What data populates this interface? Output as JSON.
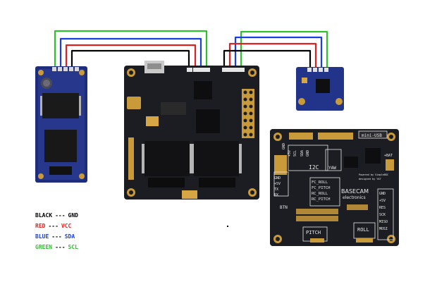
{
  "legend": [
    {
      "color_name": "BLACK",
      "sep": "---",
      "signal": "GND",
      "color": "#000000"
    },
    {
      "color_name": "RED",
      "sep": "---",
      "signal": "VCC",
      "color": "#e02020"
    },
    {
      "color_name": "BLUE",
      "sep": "---",
      "signal": "SDA",
      "color": "#1a3fe0"
    },
    {
      "color_name": "GREEN",
      "sep": "---",
      "signal": "SCL",
      "color": "#2fbf2f"
    }
  ],
  "board": {
    "headers_top": [
      "GND",
      "+5V",
      "SCL",
      "SDA",
      "GND"
    ],
    "i2c_label": "I2C",
    "yaw_label": "YAW",
    "usb_label": "mini-USB",
    "left_pins": [
      "GND",
      "+5V",
      "TX",
      "RX"
    ],
    "fc_labels": [
      "FC_ROLL",
      "FC_PITCH",
      "RC_ROLL",
      "RC_PITCH"
    ],
    "brand_name": "BASECAM",
    "brand_sub": "electronics",
    "powered_text": "Powered by SimpleBGC",
    "designed_text": "designed by YAT",
    "right_pins": [
      "GND",
      "+5V",
      "RES",
      "SCK",
      "MISO",
      "MOSI"
    ],
    "bat_label": "+BAT",
    "btn_label": "BTN",
    "pitch_label": "PITCH",
    "roll_label": "ROLL"
  },
  "colors": {
    "pcb_dark": "#1b1d22",
    "pcb_blue": "#1e2d7a",
    "gold": "#c99a3a",
    "silk": "#e8e8e8"
  }
}
